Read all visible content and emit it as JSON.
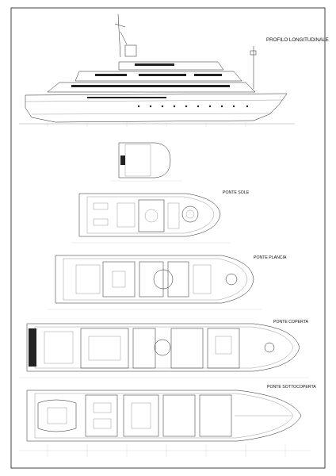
{
  "sheet": {
    "labels": {
      "profile": "PROFILO LONGITUDINALE",
      "sun_deck": "PONTE SOLE",
      "bridge_deck": "PONTE PLANCIA",
      "main_deck": "PONTE COPERTA",
      "lower_deck": "PONTE SOTTOCOPERTA"
    }
  },
  "colors": {
    "ink": "#222222",
    "paper": "#ffffff",
    "grid": "#bbbbbb"
  }
}
